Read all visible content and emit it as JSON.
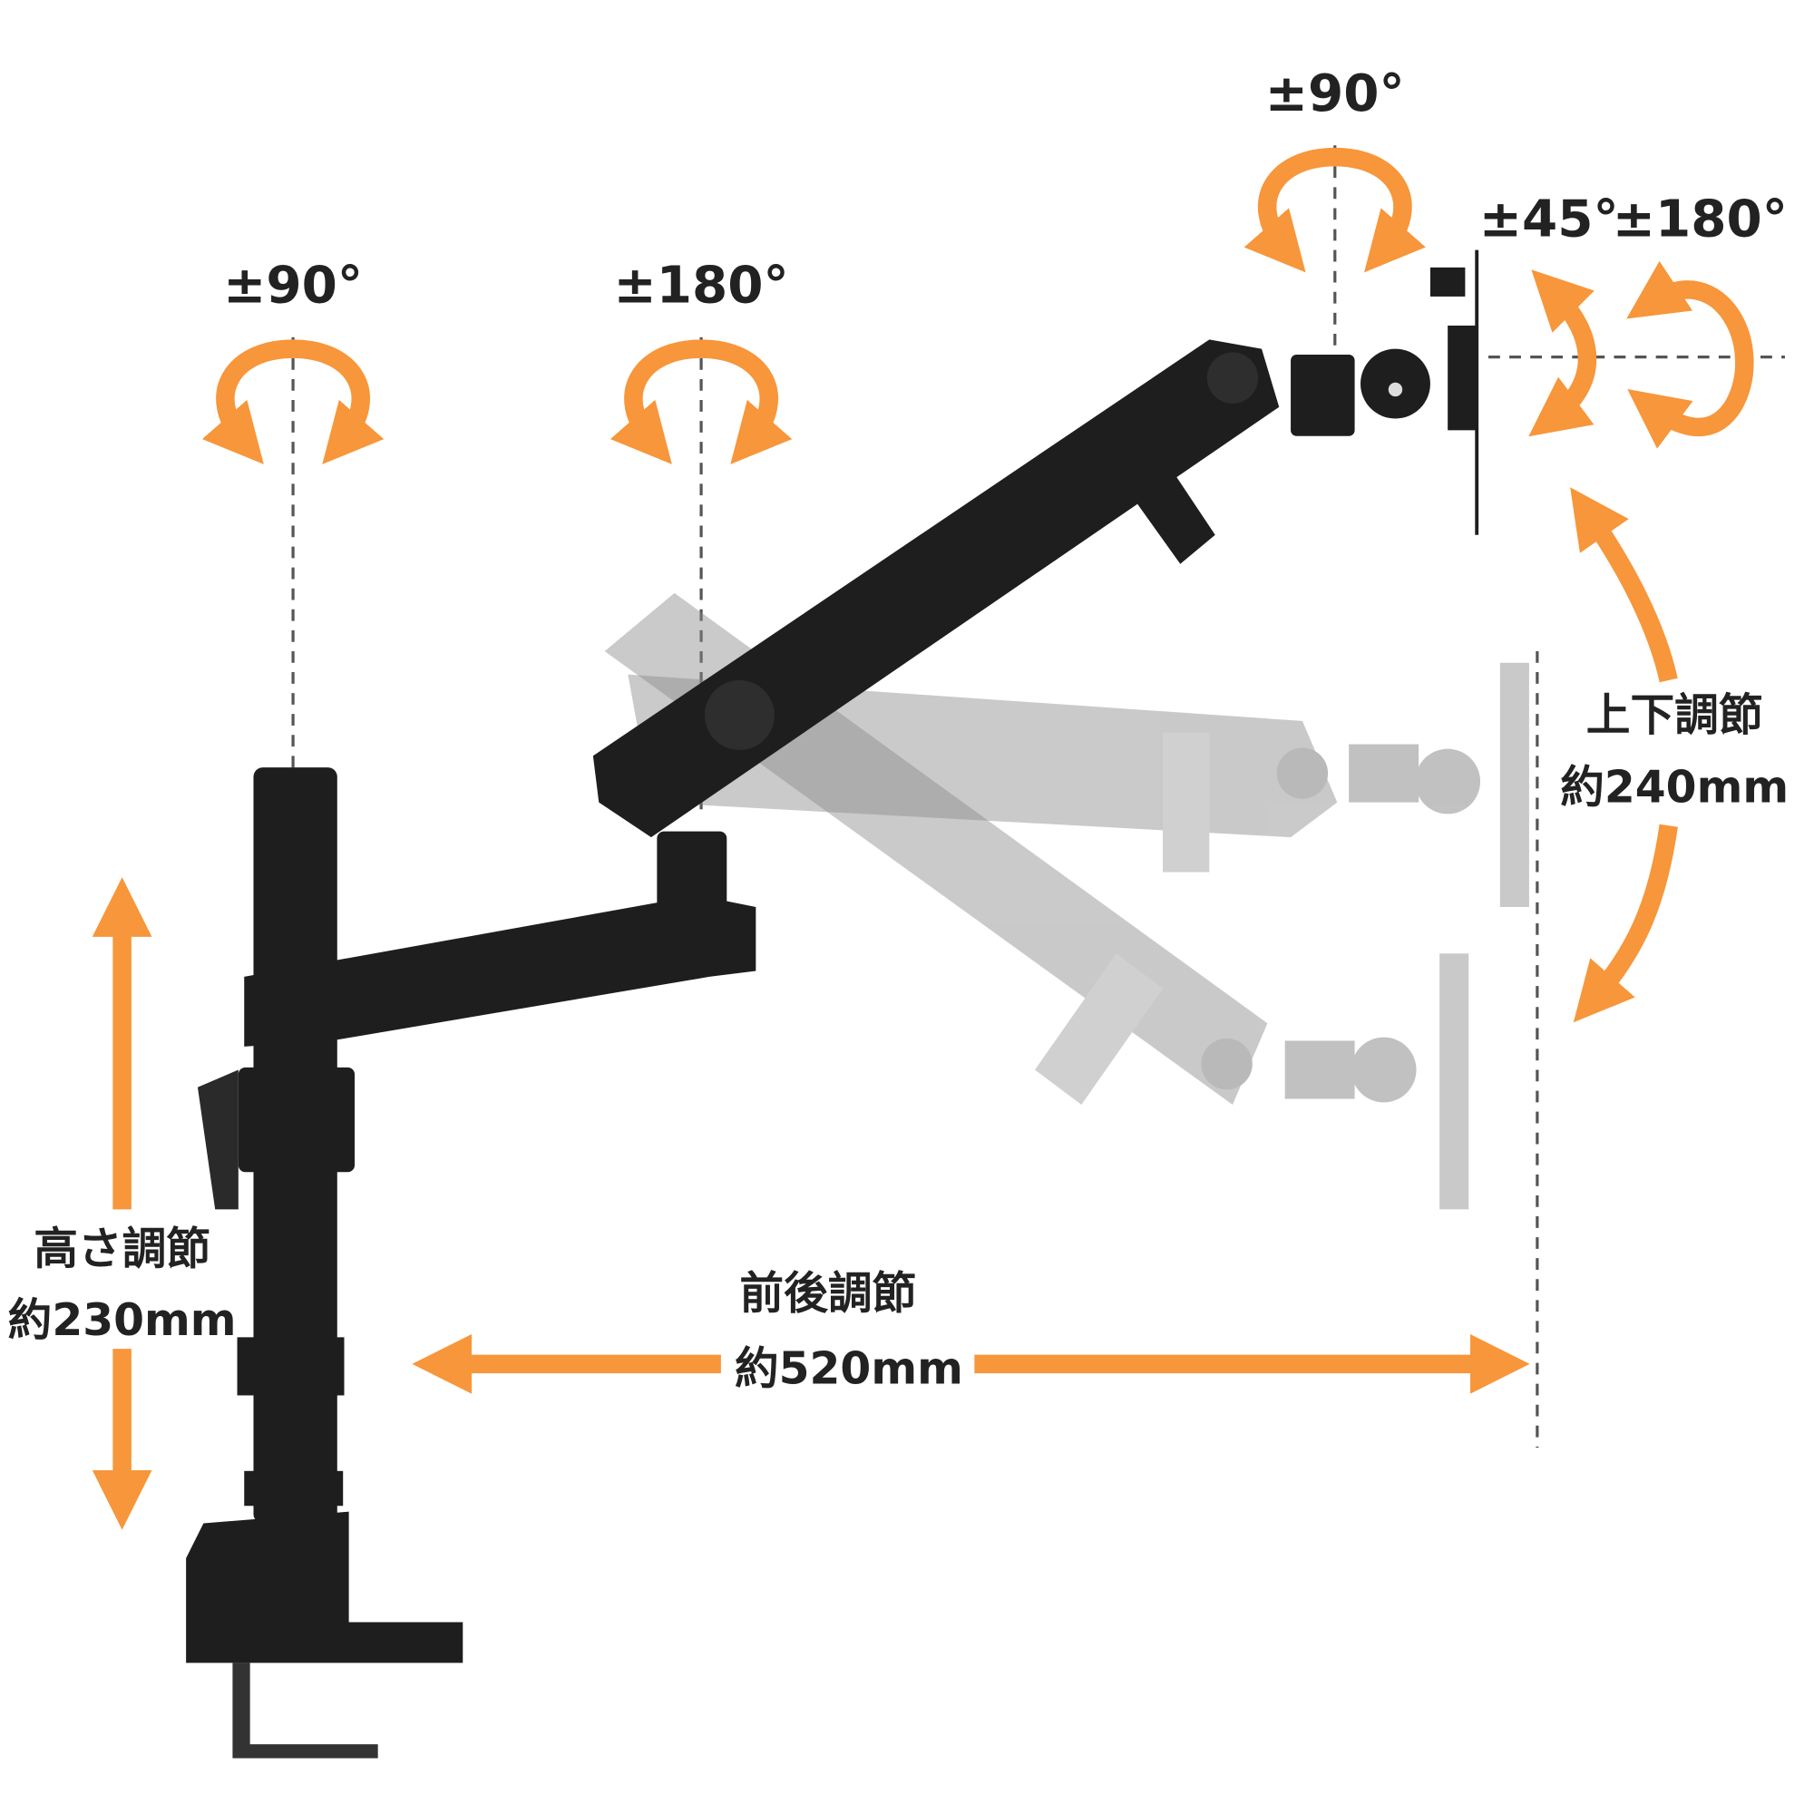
{
  "colors": {
    "accent": "#f7963a",
    "arm": "#1e1e1e",
    "ghost": "#a9a9a9"
  },
  "rotations": {
    "pole": "±90°",
    "elbow": "±180°",
    "head_swivel": "±90°",
    "tilt": "±45°",
    "rotate": "±180°"
  },
  "adjustments": {
    "height": {
      "label": "高さ調節",
      "value": "約230mm"
    },
    "depth": {
      "label": "前後調節",
      "value": "約520mm"
    },
    "vertical": {
      "label": "上下調節",
      "value": "約240mm"
    }
  }
}
